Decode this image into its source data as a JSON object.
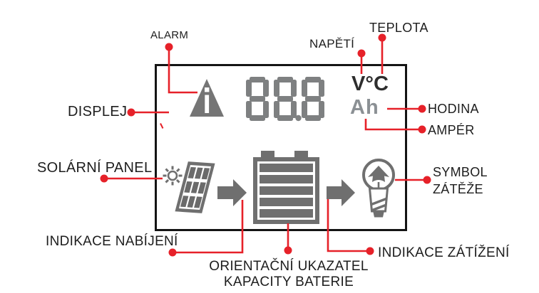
{
  "labels": {
    "alarm": "ALARM",
    "napeti": "NAPĚTÍ",
    "teplota": "TEPLOTA",
    "displej": "DISPLEJ",
    "hodina": "HODINA",
    "amper": "AMPÉR",
    "solarni_panel": "SOLÁRNÍ PANEL",
    "symbol_zateze_line1": "SYMBOL",
    "symbol_zateze_line2": "ZÁTĚŽE",
    "indikace_nabijeni": "INDIKACE NABÍJENÍ",
    "orientacni_line1": "ORIENTAČNÍ UKAZATEL",
    "orientacni_line2": "KAPACITY BATERIE",
    "indikace_zatizeni": "INDIKACE ZÁTÍŽENÍ"
  },
  "display": {
    "value": "88.8",
    "volt_unit": "V",
    "temp_unit": "°C",
    "amp_hour_unit": "Ah"
  },
  "icons": {
    "alarm": "alarm-warning-triangle-icon",
    "sun": "sun-icon",
    "solar_panel": "solar-panel-icon",
    "arrow_charge": "charge-arrow-icon",
    "battery": "battery-capacity-icon",
    "arrow_load": "load-arrow-icon",
    "bulb": "load-bulb-icon"
  },
  "colors": {
    "accent_red": "#e62129",
    "icon_gray": "#6f6f6f",
    "digit_gray": "#7e8081",
    "unit_dark": "#2d2d2d",
    "ah_gray": "#8b9094",
    "outline_black": "#141414",
    "label_text": "#1d1d1d"
  }
}
